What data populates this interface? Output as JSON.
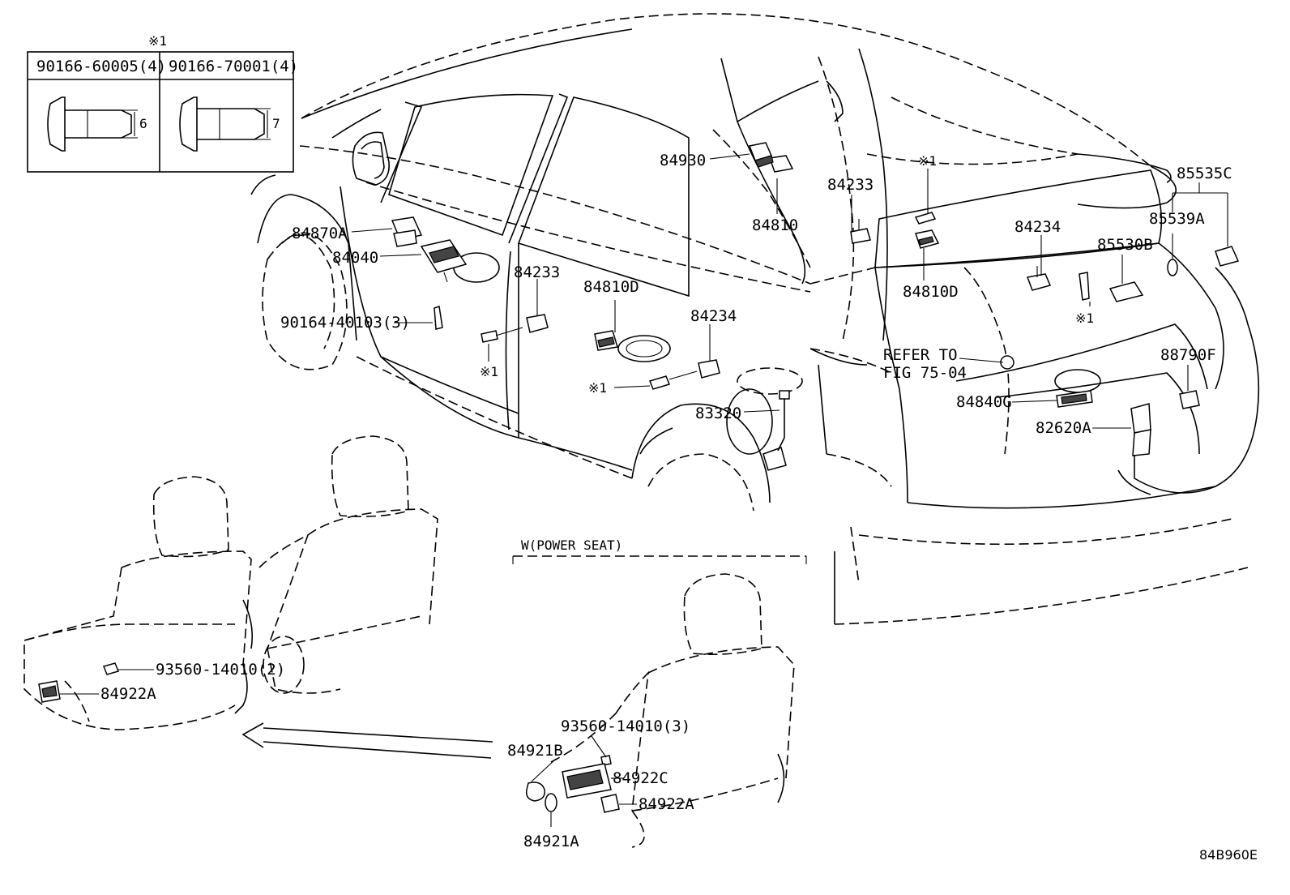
{
  "inset": {
    "note_mark": "※1",
    "col1_header": "90166-60005(4)",
    "col2_header": "90166-70001(4)",
    "col1_dim": "6",
    "col2_dim": "7"
  },
  "labels": {
    "p84930": "84930",
    "p84810": "84810",
    "p84233_top": "84233",
    "p84233_mid": "84233",
    "p84810D_left": "84810D",
    "p84810D_right": "84810D",
    "p84234_top": "84234",
    "p84234_mid": "84234",
    "p85535C": "85535C",
    "p85539A": "85539A",
    "p85530B": "85530B",
    "p84870A": "84870A",
    "p84040": "84040",
    "p90164": "90164-40103(3)",
    "refer_line1": "REFER TO",
    "refer_line2": "FIG 75-04",
    "p88790F": "88790F",
    "p84840G": "84840G",
    "p82620A": "82620A",
    "p83320": "83320",
    "mark_a": "※1",
    "mark_b": "※1",
    "mark_c": "※1",
    "mark_d": "※1",
    "power_seat": "W(POWER SEAT)",
    "p93560_2": "93560-14010(2)",
    "p84922A_left": "84922A",
    "p93560_3": "93560-14010(3)",
    "p84921B": "84921B",
    "p84922C": "84922C",
    "p84922A_right": "84922A",
    "p84921A": "84921A",
    "fig_code": "84B960E"
  }
}
